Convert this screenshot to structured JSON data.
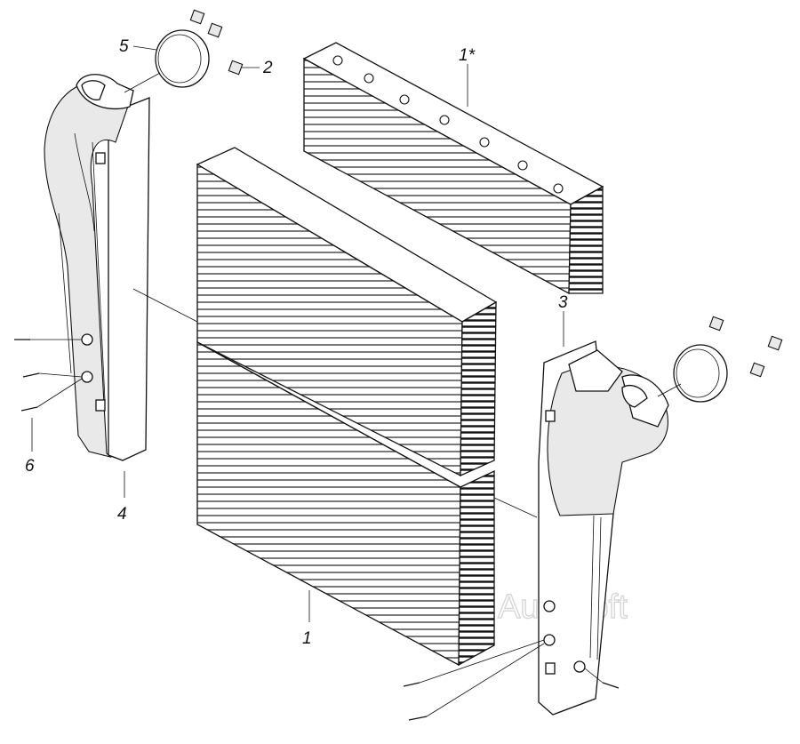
{
  "diagram": {
    "callouts": [
      {
        "id": "c5",
        "label": "5"
      },
      {
        "id": "c2",
        "label": "2"
      },
      {
        "id": "c1s",
        "label": "1*"
      },
      {
        "id": "c3",
        "label": "3"
      },
      {
        "id": "c6",
        "label": "6"
      },
      {
        "id": "c4",
        "label": "4"
      },
      {
        "id": "c1",
        "label": "1"
      }
    ],
    "watermark": "AutoSoft",
    "colors": {
      "line": "#111111",
      "background": "#ffffff",
      "watermark": "#d7d7d7"
    }
  }
}
